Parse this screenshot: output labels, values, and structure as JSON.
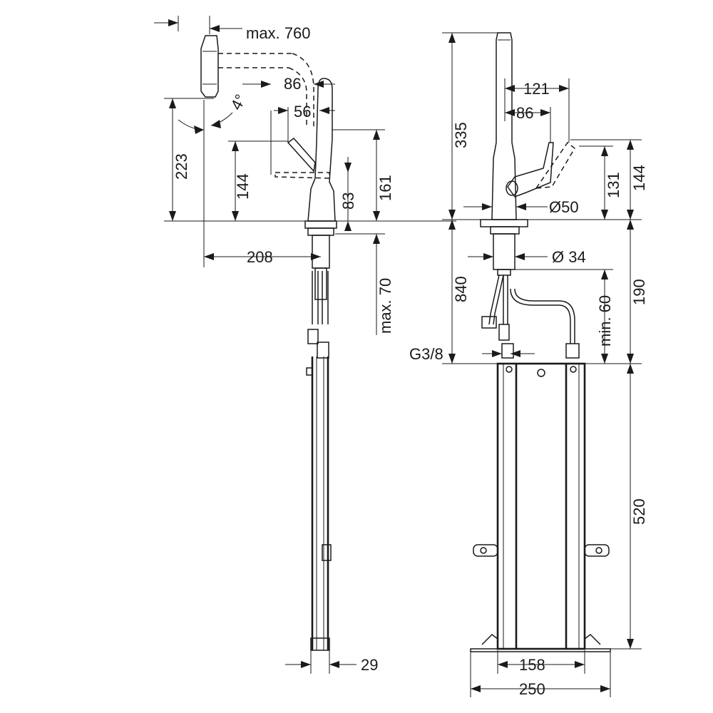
{
  "side_view": {
    "reach": "max. 760",
    "spout_offset": "86",
    "handle_offset": "56",
    "spout_angle": "4°",
    "total_height": "223",
    "spout_height": "144",
    "handle_height": "161",
    "lever_height": "83",
    "projection": "208",
    "deck_thickness": "max. 70",
    "base_width": "29"
  },
  "front_view": {
    "body_height": "335",
    "handle_reach": "121",
    "head_offset": "86",
    "spout_height": "131",
    "lever_height": "144",
    "base_diameter": "Ø50",
    "shank_diameter": "Ø 34",
    "hose_length": "840",
    "connection_min": "min. 60",
    "connection_height": "190",
    "thread": "G3/8",
    "cabinet_height": "520",
    "inner_width": "158",
    "outer_width": "250"
  }
}
